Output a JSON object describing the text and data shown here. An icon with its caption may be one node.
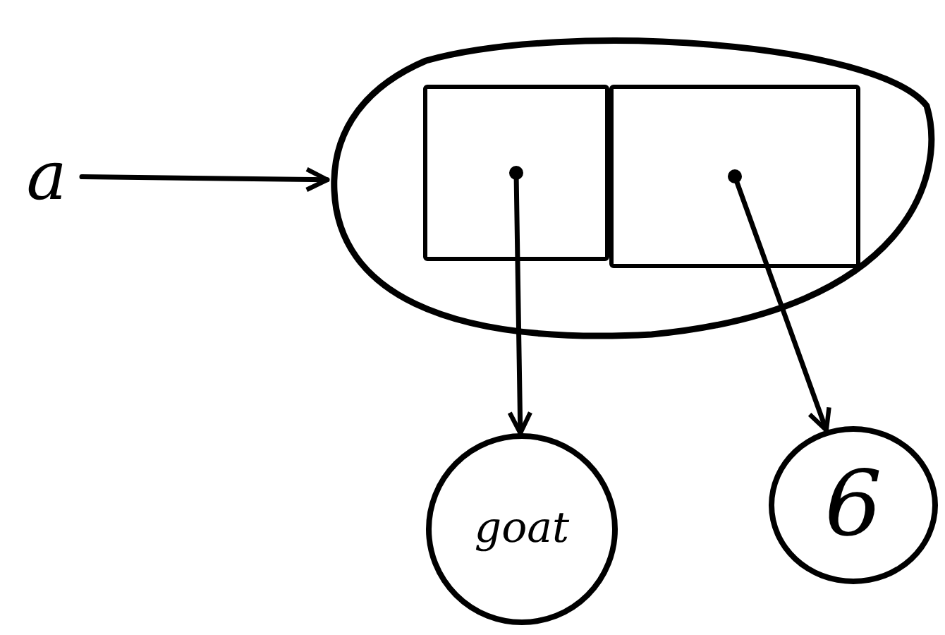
{
  "diagram": {
    "nodes": [
      {
        "text": [
          "a"
        ]
      },
      {
        "text": [],
        "shape": "oval"
      },
      {
        "text": [],
        "shape": "box",
        "in": 1
      },
      {
        "text": [],
        "shape": "box",
        "in": 1
      },
      {
        "text": [
          "goat"
        ]
      },
      {
        "text": [
          "6"
        ]
      }
    ],
    "edges": [
      {
        "from": 0,
        "to": 1,
        "arrow": "to"
      },
      {
        "from": 2,
        "to": 4,
        "arrow": "to"
      },
      {
        "from": 3,
        "to": 5,
        "arrow": "to"
      }
    ]
  }
}
